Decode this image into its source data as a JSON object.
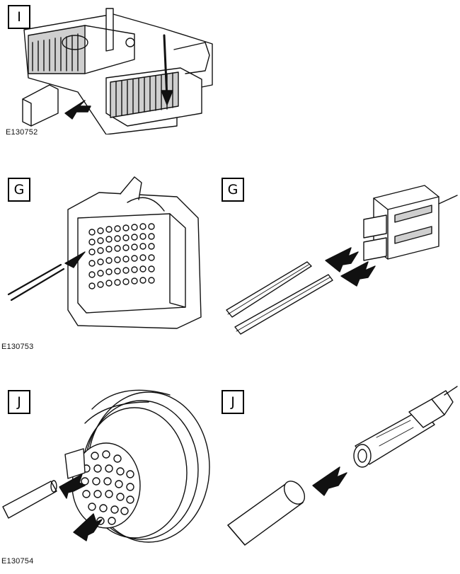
{
  "figures": [
    {
      "code": "E130752",
      "panels": [
        {
          "step": "I"
        }
      ]
    },
    {
      "code": "E130753",
      "panels": [
        {
          "step": "G"
        },
        {
          "step": "G"
        }
      ]
    },
    {
      "code": "E130754",
      "panels": [
        {
          "step": "J"
        },
        {
          "step": "J"
        }
      ]
    }
  ],
  "colors": {
    "line": "#111111",
    "background": "#ffffff",
    "shade": "#cfcfcf"
  },
  "icons": [
    "step-label-box",
    "direction-arrow"
  ]
}
